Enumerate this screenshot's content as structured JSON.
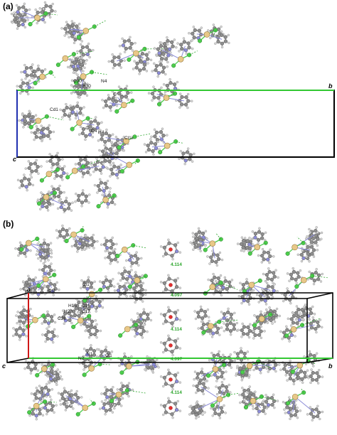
{
  "panels": [
    {
      "label": "(a)",
      "axes": {
        "b": "b",
        "c": "c"
      },
      "atom_labels": [
        "C30",
        "H30",
        "N4",
        "Cd1",
        "C4",
        "H4",
        "Cl1ii"
      ]
    },
    {
      "label": "(b)",
      "axes": {
        "a": "a",
        "b": "b",
        "c": "c"
      },
      "atom_labels": [
        "Cl2",
        "Cl1",
        "H16",
        "C16",
        "C17",
        "H28",
        "C28",
        "Cl1",
        "N2",
        "N1"
      ],
      "distances": [
        "4.114",
        "4.097",
        "4.114",
        "4.097",
        "4.114"
      ]
    }
  ],
  "colors": {
    "carbon": "#8e8e8e",
    "hydrogen": "#d8d8d8",
    "nitrogen": "#8c8cd8",
    "cadmium": "#e8c888",
    "chlorine": "#4ccd4c",
    "cell_b_axis": "#32c832",
    "cell_c_axis": "#2030b0",
    "cell_a_axis": "#d01818",
    "centroid": "#e03030"
  }
}
